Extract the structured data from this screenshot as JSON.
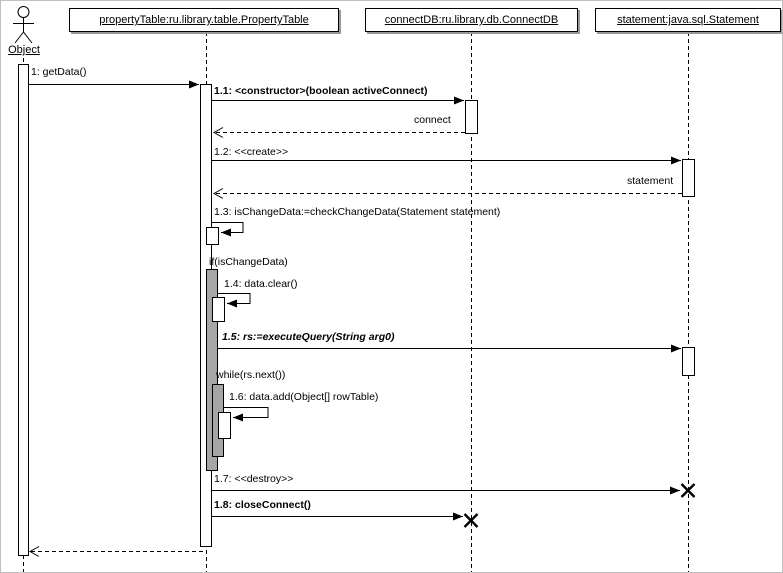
{
  "actor": {
    "label": "Object"
  },
  "lifelines": [
    {
      "label": "propertyTable:ru.library.table.PropertyTable"
    },
    {
      "label": "connectDB:ru.library.db.ConnectDB"
    },
    {
      "label": "statement:java.sql.Statement"
    }
  ],
  "messages": [
    {
      "label": "1: getData()",
      "from": "Object",
      "to": "propertyTable",
      "kind": "call"
    },
    {
      "label": "1.1: <constructor>(boolean activeConnect)",
      "from": "propertyTable",
      "to": "connectDB",
      "kind": "call",
      "emphasis": "bold"
    },
    {
      "label": "connect",
      "from": "connectDB",
      "to": "propertyTable",
      "kind": "return"
    },
    {
      "label": "1.2: <<create>>",
      "from": "propertyTable",
      "to": "statement",
      "kind": "call"
    },
    {
      "label": "statement",
      "from": "statement",
      "to": "propertyTable",
      "kind": "return"
    },
    {
      "label": "1.3: isChangeData:=checkChangeData(Statement statement)",
      "from": "propertyTable",
      "to": "propertyTable",
      "kind": "self-call"
    },
    {
      "label": "1.4: data.clear()",
      "from": "propertyTable",
      "to": "propertyTable",
      "kind": "self-call"
    },
    {
      "label": "1.5: rs:=executeQuery(String arg0)",
      "from": "propertyTable",
      "to": "statement",
      "kind": "call",
      "emphasis": "bold-italic"
    },
    {
      "label": "1.6: data.add(Object[] rowTable)",
      "from": "propertyTable",
      "to": "propertyTable",
      "kind": "self-call"
    },
    {
      "label": "1.7: <<destroy>>",
      "from": "propertyTable",
      "to": "statement",
      "kind": "destroy"
    },
    {
      "label": "1.8: closeConnect()",
      "from": "propertyTable",
      "to": "connectDB",
      "kind": "destroy-call",
      "emphasis": "bold"
    }
  ],
  "fragments": [
    {
      "guard": "if(isChangeData)"
    },
    {
      "guard": "while(rs.next())"
    }
  ],
  "colors": {
    "background": "#ffffff",
    "line": "#000000",
    "activation_fill": "#ffffff",
    "nested_activation_fill": "#a6a6a6",
    "header_shadow": "#9a9a9a"
  }
}
